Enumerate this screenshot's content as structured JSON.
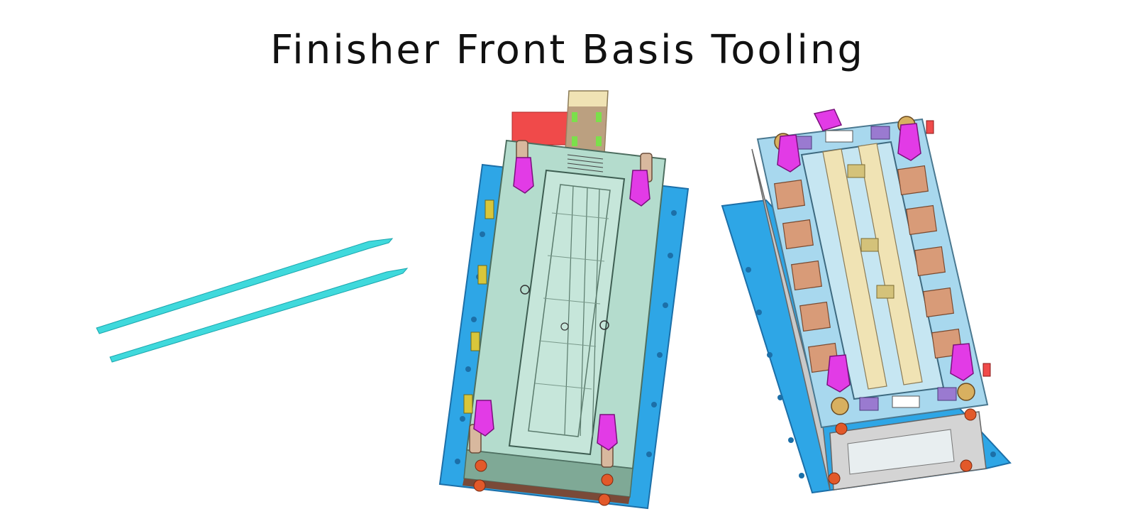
{
  "page": {
    "title": "Finisher Front Basis Tooling"
  },
  "figures": [
    {
      "name": "finisher-parts",
      "description_icon": "part-model"
    },
    {
      "name": "lower-tool",
      "description_icon": "tool-model"
    },
    {
      "name": "upper-tool",
      "description_icon": "tool-model"
    }
  ],
  "colors": {
    "part_cyan": "#3fd9dc",
    "plate_blue": "#2ea6e6",
    "plate_blue_dark": "#1c7fbf",
    "block_green": "#b4dccd",
    "block_green_dark": "#7fa996",
    "clamp_magenta": "#e23be6",
    "pad_brown": "#d89b78",
    "rail_yellow": "#f0e3b4",
    "red_block": "#f04a4a"
  }
}
